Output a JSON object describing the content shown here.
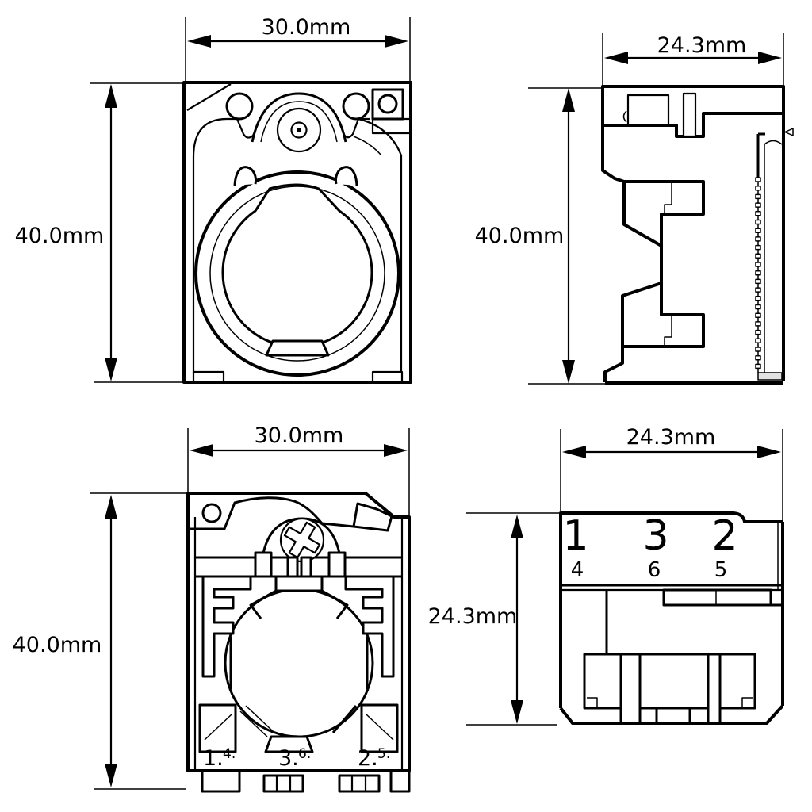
{
  "views": {
    "front": {
      "width_dim": "30.0mm",
      "height_dim": "40.0mm"
    },
    "side": {
      "width_dim": "24.3mm",
      "height_dim": "40.0mm"
    },
    "rear": {
      "width_dim": "30.0mm",
      "height_dim": "40.0mm",
      "terminals": [
        {
          "main": "1.",
          "sup": "4."
        },
        {
          "main": "3.",
          "sup": "6."
        },
        {
          "main": "2.",
          "sup": "5."
        }
      ]
    },
    "bottom": {
      "width_dim": "24.3mm",
      "height_dim": "24.3mm",
      "contact_numbers_top": [
        "1",
        "3",
        "2"
      ],
      "contact_numbers_bottom": [
        "4",
        "6",
        "5"
      ]
    }
  },
  "colors": {
    "line": "#000000",
    "background": "#ffffff"
  }
}
